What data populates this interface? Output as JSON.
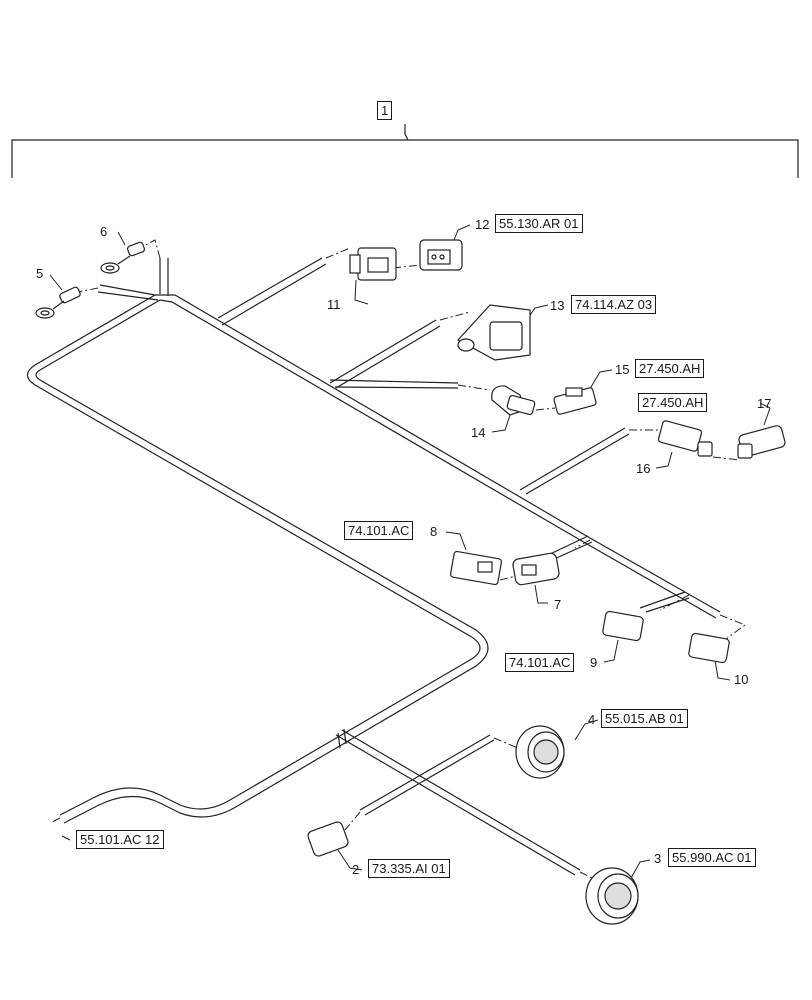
{
  "assembly": {
    "item": "1"
  },
  "callouts": [
    {
      "id": "c2",
      "item": "2",
      "ref": "73.335.AI 01"
    },
    {
      "id": "c3",
      "item": "3",
      "ref": "55.990.AC 01"
    },
    {
      "id": "c4",
      "item": "4",
      "ref": "55.015.AB 01"
    },
    {
      "id": "c5",
      "item": "5",
      "ref": ""
    },
    {
      "id": "c6",
      "item": "6",
      "ref": ""
    },
    {
      "id": "c7",
      "item": "7",
      "ref": ""
    },
    {
      "id": "c8",
      "item": "8",
      "ref": "74.101.AC"
    },
    {
      "id": "c9",
      "item": "9",
      "ref": "74.101.AC"
    },
    {
      "id": "c10",
      "item": "10",
      "ref": ""
    },
    {
      "id": "c11",
      "item": "11",
      "ref": ""
    },
    {
      "id": "c12",
      "item": "12",
      "ref": "55.130.AR 01"
    },
    {
      "id": "c13",
      "item": "13",
      "ref": "74.114.AZ 03"
    },
    {
      "id": "c14",
      "item": "14",
      "ref": ""
    },
    {
      "id": "c15",
      "item": "15",
      "ref": "27.450.AH"
    },
    {
      "id": "c16",
      "item": "16",
      "ref": ""
    },
    {
      "id": "c17",
      "item": "17",
      "ref": "27.450.AH"
    }
  ],
  "harness_end_ref": "55.101.AC 12"
}
